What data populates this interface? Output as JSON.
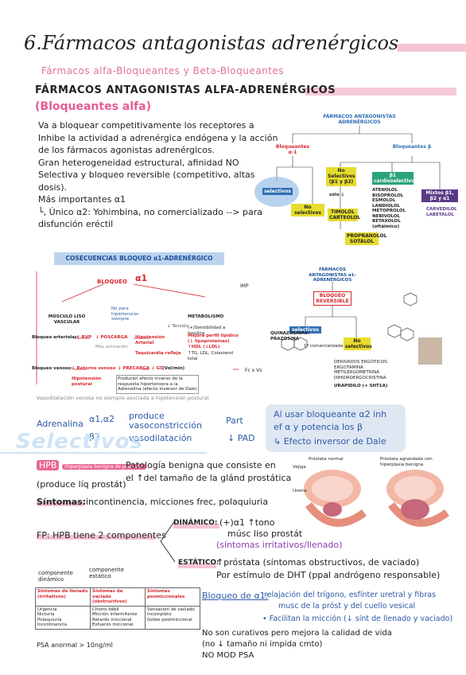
{
  "title": "6.Fármacos antagonistas adrenérgicos",
  "subtitle": "Fármacos alfa-Bloqueantes y Beta-Bloqueantes",
  "section_heading": "FÁRMACOS ANTAGONISTAS ALFA-ADRENÉRGICOS",
  "section_subheading": "(Bloqueantes alfa)",
  "intro": [
    "Va a bloquear competitivamente los receptores a",
    "Inhibe la actividad a adrenérgica endógena y la acción",
    "de los fármacos agonistas adrenérgicos.",
    "Gran heterogeneidad estructural, afinidad NO",
    "Selectiva y bloqueo reversible (competitivo, altas",
    "dosis).",
    "Más importantes α1",
    "└, Único α2: Yohimbina, no comercializado --> para",
    "disfunción eréctil"
  ],
  "tree": {
    "root": "FÁRMACOS ANTAGONISTAS ADRENÉRGICOS",
    "alpha": "Bloqueantes α-1",
    "beta": "Bloqueantes β",
    "selectivos": "selectivos",
    "no_selectivos": "No selectivos",
    "beta_no_selectivos": "No Selectivos (β1 y β2)",
    "beta1": "β1 cardioselectivos",
    "mixtos": "Mixtos β1, β2 y α1",
    "timolol": "TIMOLOL CARTEOLOL",
    "timolol_note": "sólo ↓",
    "beta1_list": "ATENOLOL BISOPROLOL ESMOLOL LANDIOLOL METOPROLOL NEBIVOLOL BETAXOLOL (oftálmico)",
    "mixtos_list": "CARVEDILOL LABETALOL",
    "propranolol": "PROPRANOLOL SOTALOL"
  },
  "consequences": {
    "header": "COSECUENCIAS BLOQUEO α1-ADRENÉRGICO",
    "bloqueo": "BLOQUEO",
    "alpha": "α1",
    "musculo": "MÚSCULO LISO VASCULAR",
    "metabolismo": "METABOLISMO",
    "tension_note": "No para hipertensión siempre",
    "tension2": "↓ Tensión",
    "bloqueo_arteriolar": "Bloqueo arteriolar:",
    "rvp": "↓ RVP",
    "postcarga": "↓ POSCARGA",
    "hipotension": "Hipotensión Arterial",
    "taquicardia": "Taquicardia refleja",
    "flujo": "Más activación",
    "insulina": "(+)Sensibilidad a insulina",
    "lipidos": "Mejora perfil lipídico (↓ lipoproteínas)",
    "hdl": "↑HDL (↓LDL)",
    "hdl2": "↑TG, LDL, Colesterol total",
    "imp": "IMP",
    "bloqueo_venoso": "Bloqueo venoso:",
    "retorno": "↓ Retorno venoso",
    "precarga": "↓ PRECARGA",
    "gc": "↓ GC",
    "vol": "(Vol/min)",
    "fc": "Fc x Vs",
    "efecto_inverso": "Producen efecto inverso de la respuesta hipertensora a la Adrenalina (efecto inversor de Dale)",
    "hipotension_postural": "Hipotensión postural",
    "caption": "Vasodilatación venosa no siempre asociada a hipotensión postural"
  },
  "adrenalina": {
    "label": "Adrenalina",
    "a": "α1,α2",
    "b": "β2",
    "produce": "produce",
    "vaso1": "vasoconstricción",
    "vaso2": "vasodilatación",
    "r1": "Part",
    "r2": "↓ PAD"
  },
  "bloqueante_note": [
    "Al usar bloqueante α2 inh",
    "ef α y potencia los β",
    "↳ Efecto inversor de Dale"
  ],
  "selectivos_heading": "Selectivos",
  "hpb": {
    "badge": "HPB",
    "paren": "(hiperplasia benigna de próstata)",
    "desc1": "Patología benigna que consiste en",
    "desc2": "el ↑del tamaño de la glánd prostática",
    "produce": "(produce líq prostát)",
    "sintomas_label": "Síntomas:",
    "sintomas": "incontinencia, micciones frec, polaquiuria",
    "fp": "FP: HPB tiene 2 componentes",
    "dinamico_label": "DINÁMICO:",
    "dinamico": "(+)α1 ↑tono",
    "dinamico2": "músc liso prostát",
    "dinamico3": "(síntomas irritativos/llenado)",
    "estatico_label": "ESTÁTICO:",
    "estatico": "↑próstata (síntomas obstructivos, de vaciado)",
    "estatico2": "Por estímulo de DHT (ppal andrógeno responsable)",
    "bloqueo_label": "Bloqueo de α1:",
    "bloqueo1": "relajación del trígono, esfínter uretral y fibras",
    "bloqueo2": "musc de la próst y del cuello vesical",
    "bloqueo3": "• Facilitan la micción (↓ sínt de llenado y vaciado)",
    "curativo1": "No son curativos pero mejora la calidad de vida",
    "curativo2": "(no ↓ tamaño ni impida cmto)",
    "curativo3": "NO MOD PSA",
    "psa": "PSA anormal > 10ng/ml",
    "prostata_normal": "Próstata normal",
    "prostata_agrandada": "Próstata agrandada con hiperplasia benigna",
    "vejiga": "Vejiga",
    "uretra": "Uretra"
  },
  "components_table": {
    "caption1": "componente dinámico",
    "caption2": "componente estático",
    "headers": [
      "Síntomas de llenado (irritativos)",
      "Síntomas de vaciado (obstructivos)",
      "Síntomas posmiccionales"
    ],
    "rows": [
      [
        "Urgencia",
        "Chorro débil",
        "Sensación de vaciado incompleto"
      ],
      [
        "Nicturia",
        "Micción intermitente",
        "Goteo postmiccional"
      ],
      [
        "Polaquiuria",
        "Retardo miccional",
        ""
      ],
      [
        "Incontinencia",
        "Esfuerzo miccional",
        ""
      ]
    ]
  },
  "colors": {
    "pink": "#e35d92",
    "pink_light": "#f6c4d7",
    "blue": "#2f6fb4",
    "blue_light": "#dfe7f3",
    "yellow": "#e6dc2e",
    "green": "#2aa37a",
    "purple": "#5a3a86",
    "red": "#d8262e"
  }
}
